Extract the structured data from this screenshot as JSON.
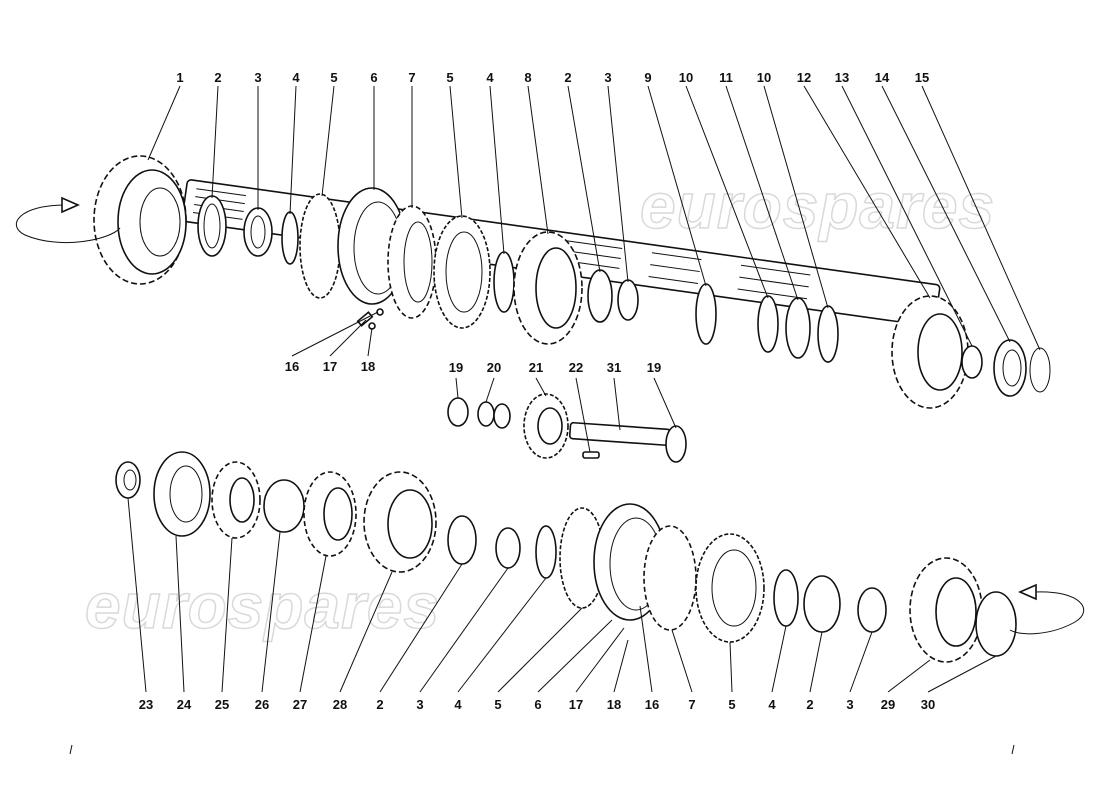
{
  "watermark": "eurospares",
  "labels_top": [
    "1",
    "2",
    "3",
    "4",
    "5",
    "6",
    "7",
    "5",
    "4",
    "8",
    "2",
    "3",
    "9",
    "10",
    "11",
    "10",
    "12",
    "13",
    "14",
    "15"
  ],
  "labels_top_lower": [
    "16",
    "17",
    "18"
  ],
  "labels_mid": [
    "19",
    "20",
    "21",
    "22",
    "31",
    "19"
  ],
  "labels_bottom": [
    "23",
    "24",
    "25",
    "26",
    "27",
    "28",
    "2",
    "3",
    "4",
    "5",
    "6",
    "17",
    "18",
    "16",
    "7",
    "5",
    "4",
    "2",
    "3",
    "29",
    "30"
  ]
}
